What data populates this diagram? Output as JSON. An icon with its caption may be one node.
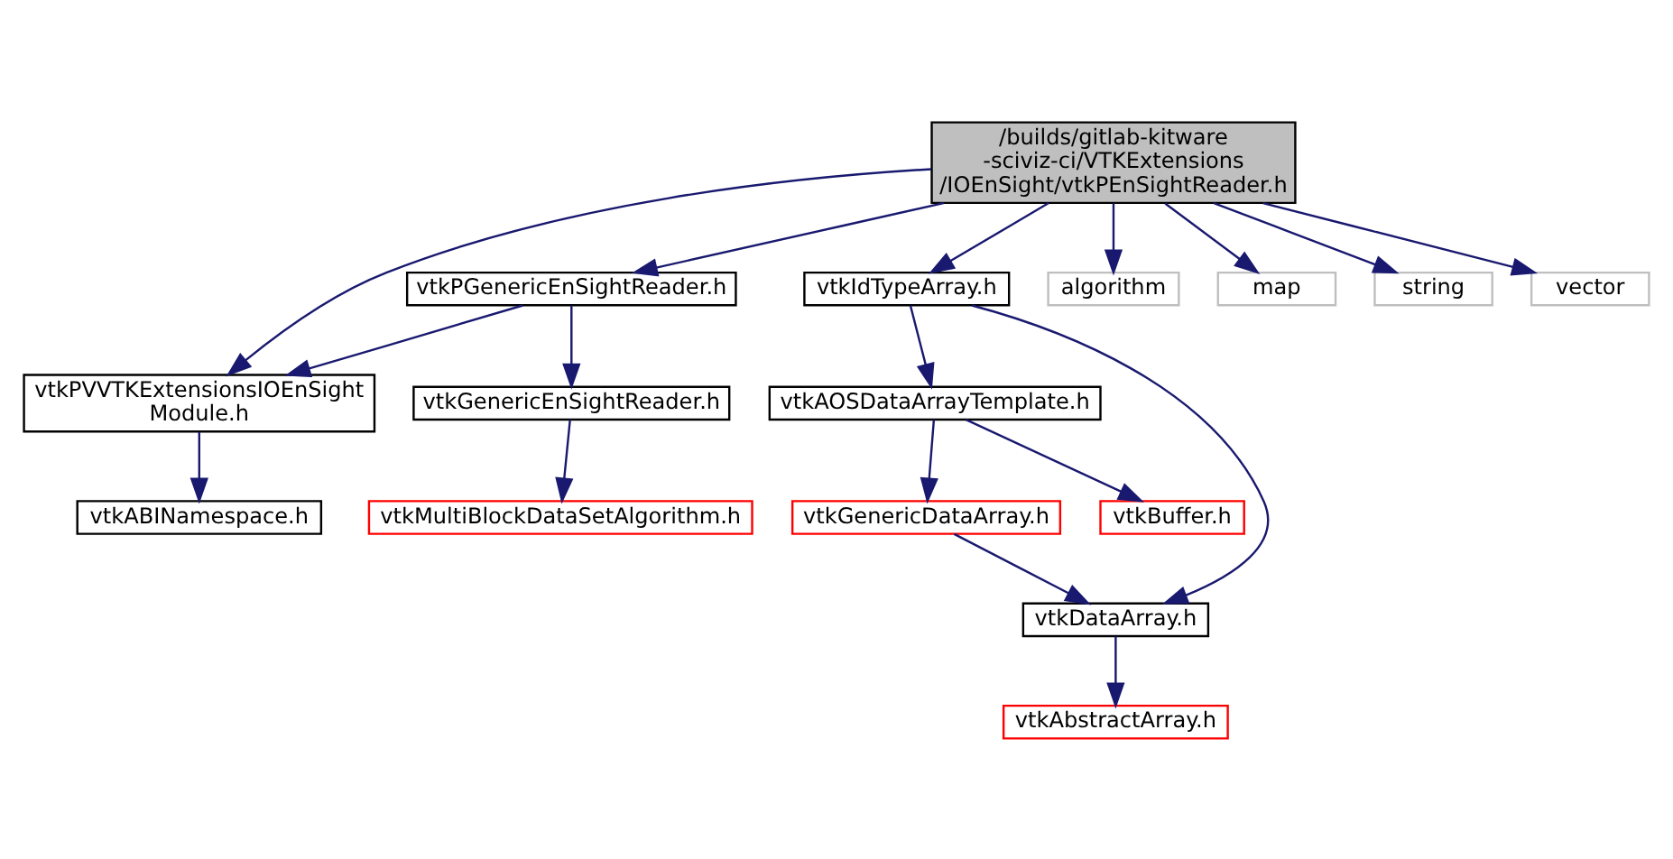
{
  "diagram": {
    "nodes": [
      {
        "text": [
          "/builds/gitlab-kitware -sciviz-ci/VTKExtensions /IOEnSight/vtkPEnSightReader.h"
        ]
      },
      {
        "text": [
          "vtkPGenericEnSightReader.h"
        ]
      },
      {
        "text": [
          "vtkPVVTKExtensionsIOEnSight Module.h"
        ]
      },
      {
        "text": [
          "vtkIdTypeArray.h"
        ]
      },
      {
        "text": [
          "algorithm"
        ]
      },
      {
        "text": [
          "map"
        ]
      },
      {
        "text": [
          "string"
        ]
      },
      {
        "text": [
          "vector"
        ]
      },
      {
        "text": [
          "vtkGenericEnSightReader.h"
        ]
      },
      {
        "text": [
          "vtkMultiBlockDataSetAlgorithm.h"
        ]
      },
      {
        "text": [
          "vtkABINamespace.h"
        ]
      },
      {
        "text": [
          "vtkAOSDataArrayTemplate.h"
        ]
      },
      {
        "text": [
          "vtkGenericDataArray.h"
        ]
      },
      {
        "text": [
          "vtkBuffer.h"
        ]
      },
      {
        "text": [
          "vtkDataArray.h"
        ]
      },
      {
        "text": [
          "vtkAbstractArray.h"
        ]
      }
    ],
    "edges": [
      {
        "from": 0,
        "to": 1,
        "arrow": "to"
      },
      {
        "from": 0,
        "to": 2,
        "arrow": "to"
      },
      {
        "from": 0,
        "to": 3,
        "arrow": "to"
      },
      {
        "from": 0,
        "to": 4,
        "arrow": "to"
      },
      {
        "from": 0,
        "to": 5,
        "arrow": "to"
      },
      {
        "from": 0,
        "to": 6,
        "arrow": "to"
      },
      {
        "from": 0,
        "to": 7,
        "arrow": "to"
      },
      {
        "from": 1,
        "to": 8,
        "arrow": "to"
      },
      {
        "from": 1,
        "to": 2,
        "arrow": "to"
      },
      {
        "from": 8,
        "to": 9,
        "arrow": "to"
      },
      {
        "from": 2,
        "to": 10,
        "arrow": "to"
      },
      {
        "from": 3,
        "to": 11,
        "arrow": "to"
      },
      {
        "from": 3,
        "to": 14,
        "arrow": "to"
      },
      {
        "from": 11,
        "to": 12,
        "arrow": "to"
      },
      {
        "from": 11,
        "to": 13,
        "arrow": "to"
      },
      {
        "from": 12,
        "to": 14,
        "arrow": "to"
      },
      {
        "from": 14,
        "to": 15,
        "arrow": "to"
      }
    ]
  }
}
